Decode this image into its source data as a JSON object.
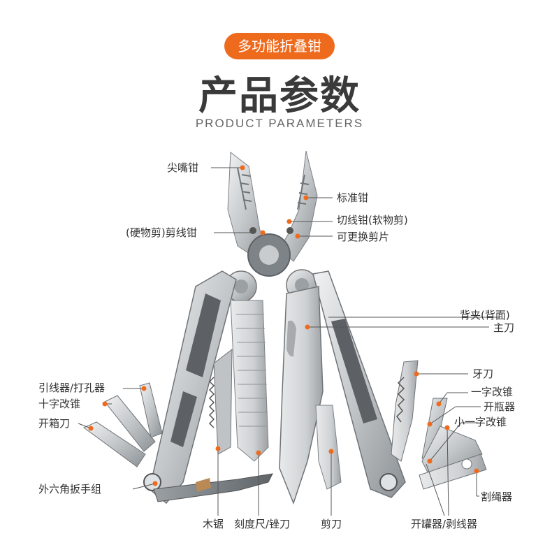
{
  "header": {
    "tag": "多功能折叠钳",
    "title": "产品参数",
    "subtitle": "PRODUCT PARAMETERS"
  },
  "colors": {
    "accent": "#ee6b1e",
    "steel": "#c7cbce",
    "steel_dark": "#8e9397",
    "text": "#333333",
    "leader_line": "#555555"
  },
  "labels": {
    "needle_nose_pliers": "尖嘴钳",
    "standard_pliers": "标准钳",
    "wire_cutter_soft": "切线钳(软物剪)",
    "hard_wire_cutter": "(硬物剪)剪线钳",
    "replaceable_blade": "可更换剪片",
    "back_clip": "背夹(背面)",
    "main_knife": "主刀",
    "serrated_knife": "牙刀",
    "flathead_screwdriver": "一字改锥",
    "bottle_opener": "开瓶器",
    "small_flathead_screwdriver": "小一字改锥",
    "wire_guide_awl": "引线器/打孔器",
    "phillips_screwdriver": "十字改锥",
    "box_cutter": "开箱刀",
    "hex_wrench_set": "外六角扳手组",
    "rope_cutter": "割绳器",
    "wood_saw": "木锯",
    "ruler_file": "刻度尺/锉刀",
    "scissors": "剪刀",
    "can_opener_wire_stripper": "开罐器/剥线器"
  }
}
